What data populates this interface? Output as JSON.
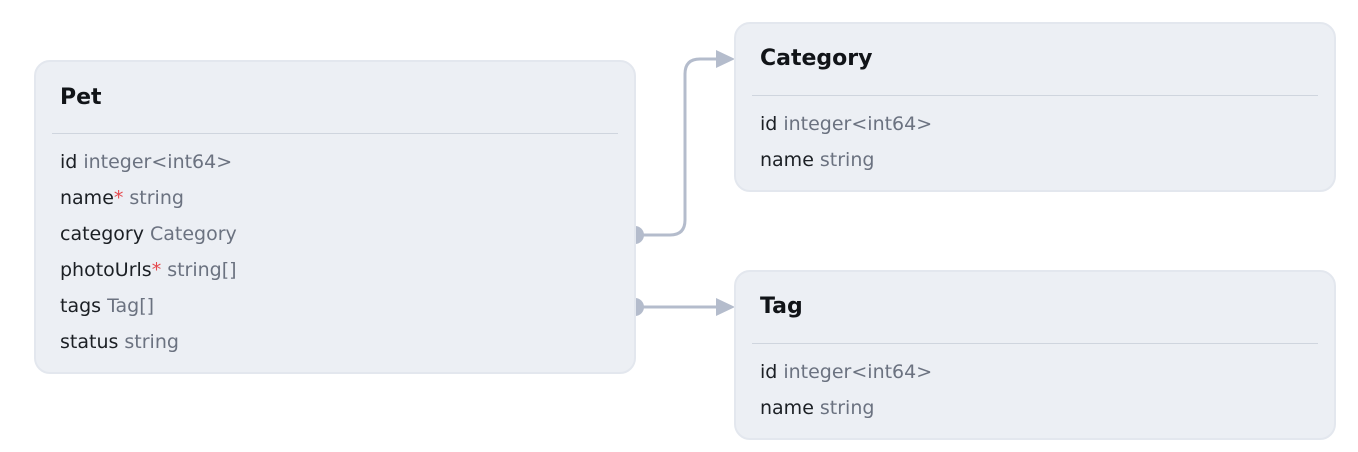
{
  "nodes": {
    "pet": {
      "title": "Pet",
      "fields": [
        {
          "name": "id",
          "required": "",
          "type": "integer<int64>"
        },
        {
          "name": "name",
          "required": "*",
          "type": "string"
        },
        {
          "name": "category",
          "required": "",
          "type": "Category"
        },
        {
          "name": "photoUrls",
          "required": "*",
          "type": "string[]"
        },
        {
          "name": "tags",
          "required": "",
          "type": "Tag[]"
        },
        {
          "name": "status",
          "required": "",
          "type": "string"
        }
      ]
    },
    "category": {
      "title": "Category",
      "fields": [
        {
          "name": "id",
          "required": "",
          "type": "integer<int64>"
        },
        {
          "name": "name",
          "required": "",
          "type": "string"
        }
      ]
    },
    "tag": {
      "title": "Tag",
      "fields": [
        {
          "name": "id",
          "required": "",
          "type": "integer<int64>"
        },
        {
          "name": "name",
          "required": "",
          "type": "string"
        }
      ]
    }
  },
  "edges": [
    {
      "from": "pet.category",
      "to": "category"
    },
    {
      "from": "pet.tags",
      "to": "tag"
    }
  ],
  "colors": {
    "node_bg": "#eceff4",
    "edge": "#b4bccc",
    "required_marker": "#e5484d",
    "type_text": "#6b7280"
  }
}
